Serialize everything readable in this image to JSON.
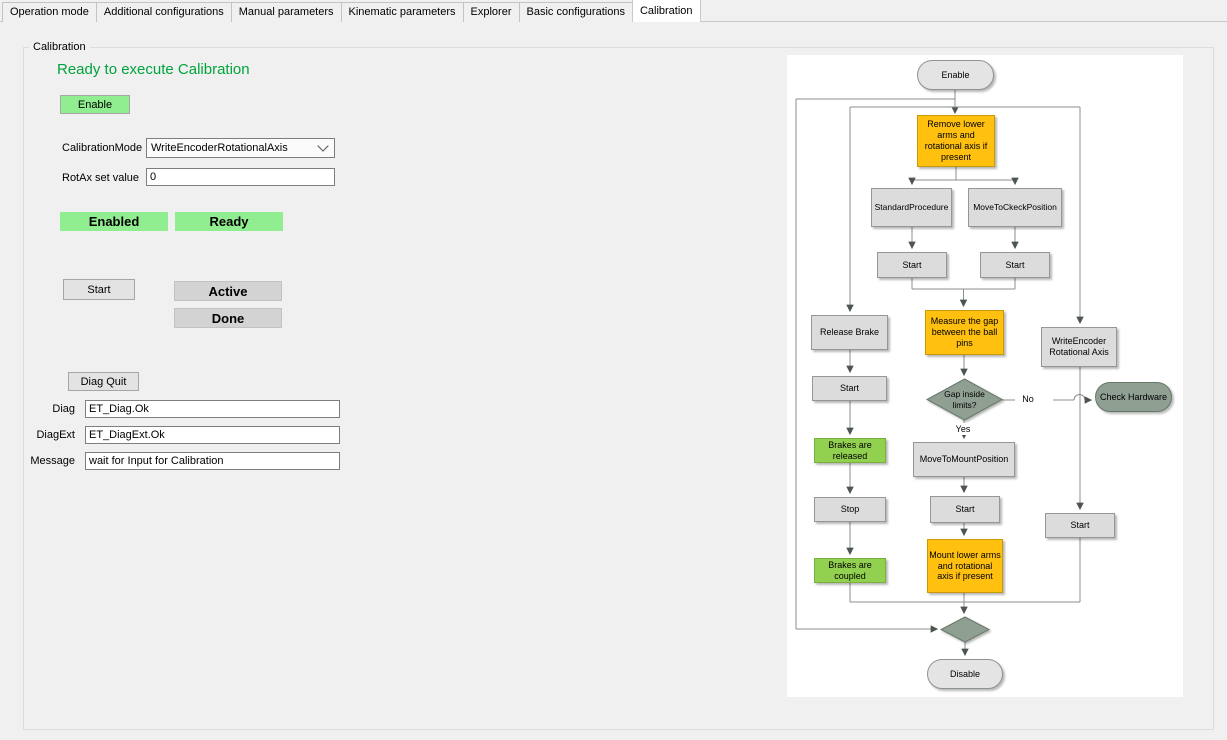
{
  "window": {
    "tabs": [
      {
        "label": "Operation mode"
      },
      {
        "label": "Additional configurations"
      },
      {
        "label": "Manual parameters"
      },
      {
        "label": "Kinematic parameters"
      },
      {
        "label": "Explorer"
      },
      {
        "label": "Basic configurations"
      },
      {
        "label": "Calibration",
        "active": true
      }
    ]
  },
  "calibration": {
    "group_label": "Calibration",
    "status_heading": "Ready to execute Calibration",
    "enable_button": "Enable",
    "mode_label": "CalibrationMode",
    "mode_value": "WriteEncoderRotationalAxis",
    "rotax_label": "RotAx set value",
    "rotax_value": "0",
    "enabled_badge": "Enabled",
    "ready_badge": "Ready",
    "start_button": "Start",
    "active_badge": "Active",
    "done_badge": "Done",
    "diag_quit_button": "Diag Quit",
    "diag_label": "Diag",
    "diag_value": "ET_Diag.Ok",
    "diagext_label": "DiagExt",
    "diagext_value": "ET_DiagExt.Ok",
    "message_label": "Message",
    "message_value": "wait for Input for Calibration"
  },
  "flowchart": {
    "nodes": {
      "enable": "Enable",
      "remove_lower": "Remove lower arms and rotational axis if present",
      "standard_procedure": "StandardProcedure",
      "move_to_check": "MoveToCkeckPosition",
      "start_std": "Start",
      "start_check": "Start",
      "measure_gap": "Measure the gap between the ball pins",
      "gap_decision": "Gap inside limits?",
      "check_hardware": "Check Hardware",
      "write_encoder": "WriteEncoder Rotational Axis",
      "release_brake": "Release Brake",
      "start_brake": "Start",
      "brakes_released": "Brakes are released",
      "stop": "Stop",
      "brakes_coupled": "Brakes are coupled",
      "move_to_mount": "MoveToMountPosition",
      "start_mount": "Start",
      "mount_lower": "Mount lower arms and rotational axis if present",
      "start_write": "Start",
      "disable": "Disable"
    },
    "edge_labels": {
      "yes": "Yes",
      "no": "No"
    },
    "colors": {
      "process_fill": "#DCDCDC",
      "action_fill": "#FFC010",
      "success_fill": "#92D050",
      "decision_fill": "#8F9F92",
      "terminal_fill": "#E4E4E4",
      "line": "#8C8C8C"
    }
  },
  "colors": {
    "heading_green": "#00A33C",
    "light_green": "#90EE90",
    "status_gray": "#D3D3D3"
  }
}
